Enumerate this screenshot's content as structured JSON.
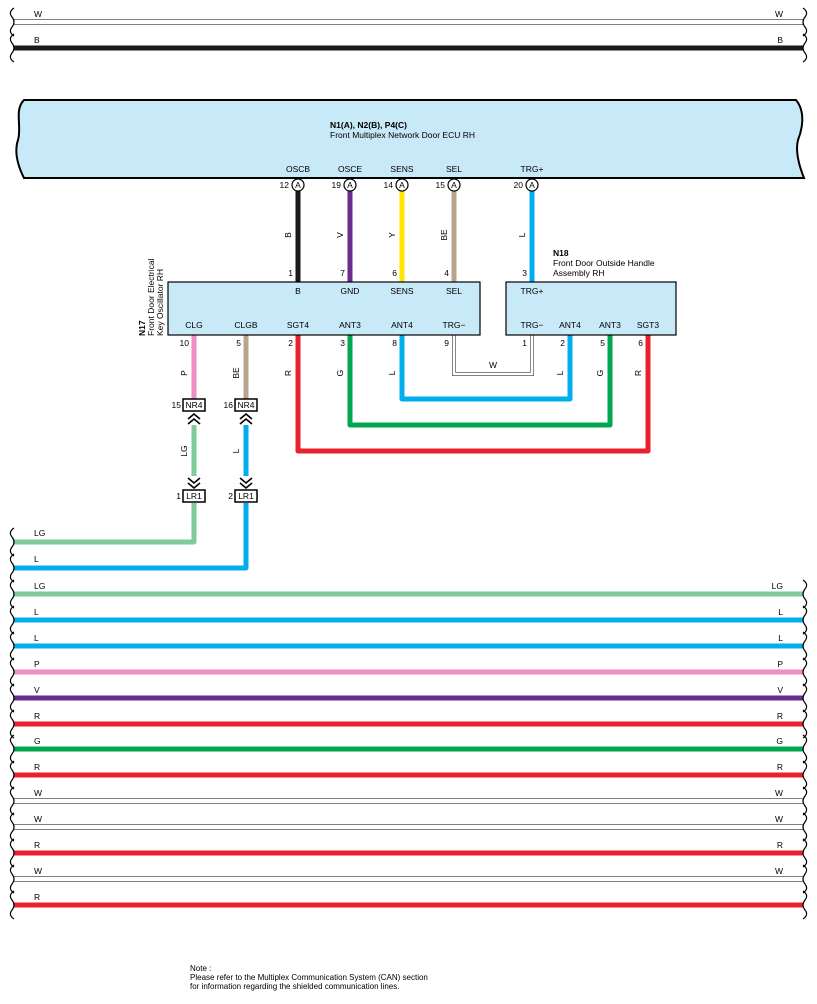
{
  "colors": {
    "B": "#1a1a1a",
    "W": "#ffffff",
    "V": "#6a2a8e",
    "Y": "#ffe600",
    "BE": "#b9a48e",
    "L": "#00aeef",
    "P": "#ee8ec2",
    "LG": "#7fcc9a",
    "R": "#e8202f",
    "G": "#00a651",
    "box": "#c8e9f8"
  },
  "ecu": {
    "code": "N1(A), N2(B), P4(C)",
    "name": "Front Multiplex Network Door ECU RH",
    "pins": [
      {
        "label": "OSCB",
        "num": "12",
        "conn": "A",
        "wire": "B"
      },
      {
        "label": "OSCE",
        "num": "19",
        "conn": "A",
        "wire": "V"
      },
      {
        "label": "SENS",
        "num": "14",
        "conn": "A",
        "wire": "Y"
      },
      {
        "label": "SEL",
        "num": "15",
        "conn": "A",
        "wire": "BE"
      },
      {
        "label": "TRG+",
        "num": "20",
        "conn": "A",
        "wire": "L"
      }
    ]
  },
  "n17": {
    "code": "N17",
    "name_line1": "Front Door Electrical",
    "name_line2": "Key Oscillator RH",
    "top_pins": [
      {
        "num": "1",
        "label": "B"
      },
      {
        "num": "7",
        "label": "GND"
      },
      {
        "num": "6",
        "label": "SENS"
      },
      {
        "num": "4",
        "label": "SEL"
      }
    ],
    "bottom_pins": [
      {
        "label": "CLG",
        "num": "10"
      },
      {
        "label": "CLGB",
        "num": "5"
      },
      {
        "label": "SGT4",
        "num": "2"
      },
      {
        "label": "ANT3",
        "num": "3"
      },
      {
        "label": "ANT4",
        "num": "8"
      },
      {
        "label": "TRG−",
        "num": "9"
      }
    ]
  },
  "n18": {
    "code": "N18",
    "name_line1": "Front Door Outside Handle",
    "name_line2": "Assembly RH",
    "top_pins": [
      {
        "num": "3",
        "label": "TRG+"
      }
    ],
    "bottom_pins": [
      {
        "label": "TRG−",
        "num": "1"
      },
      {
        "label": "ANT4",
        "num": "2"
      },
      {
        "label": "ANT3",
        "num": "5"
      },
      {
        "label": "SGT3",
        "num": "6"
      }
    ]
  },
  "wire_labels": {
    "n17_bottom": [
      "P",
      "BE",
      "R",
      "G",
      "L"
    ],
    "n18_bottom": [
      "L",
      "G",
      "R"
    ],
    "trg_loop": "W",
    "lower_left": "LG",
    "lower_right": "L"
  },
  "connectors": {
    "nr4_left": {
      "num": "15",
      "name": "NR4"
    },
    "nr4_right": {
      "num": "16",
      "name": "NR4"
    },
    "lr1_left": {
      "num": "1",
      "name": "LR1"
    },
    "lr1_right": {
      "num": "2",
      "name": "LR1"
    }
  },
  "top_bus": [
    {
      "color": "W",
      "label_left": "W",
      "label_right": "W"
    },
    {
      "color": "B",
      "label_left": "B",
      "label_right": "B"
    }
  ],
  "partial_bus": [
    {
      "color": "LG",
      "label_left": "LG"
    },
    {
      "color": "L",
      "label_left": "L"
    }
  ],
  "bottom_bus": [
    {
      "color": "LG",
      "label_left": "LG",
      "label_right": "LG"
    },
    {
      "color": "L",
      "label_left": "L",
      "label_right": "L"
    },
    {
      "color": "L",
      "label_left": "L",
      "label_right": "L"
    },
    {
      "color": "P",
      "label_left": "P",
      "label_right": "P"
    },
    {
      "color": "V",
      "label_left": "V",
      "label_right": "V"
    },
    {
      "color": "R",
      "label_left": "R",
      "label_right": "R"
    },
    {
      "color": "G",
      "label_left": "G",
      "label_right": "G"
    },
    {
      "color": "R",
      "label_left": "R",
      "label_right": "R"
    },
    {
      "color": "W",
      "label_left": "W",
      "label_right": "W"
    },
    {
      "color": "W",
      "label_left": "W",
      "label_right": "W"
    },
    {
      "color": "R",
      "label_left": "R",
      "label_right": "R"
    },
    {
      "color": "W",
      "label_left": "W",
      "label_right": "W"
    },
    {
      "color": "R",
      "label_left": "R",
      "label_right": ""
    }
  ],
  "note": {
    "title": "Note :",
    "line1": "Please refer to the Multiplex Communication System (CAN) section",
    "line2": "for information regarding the shielded communication lines."
  }
}
